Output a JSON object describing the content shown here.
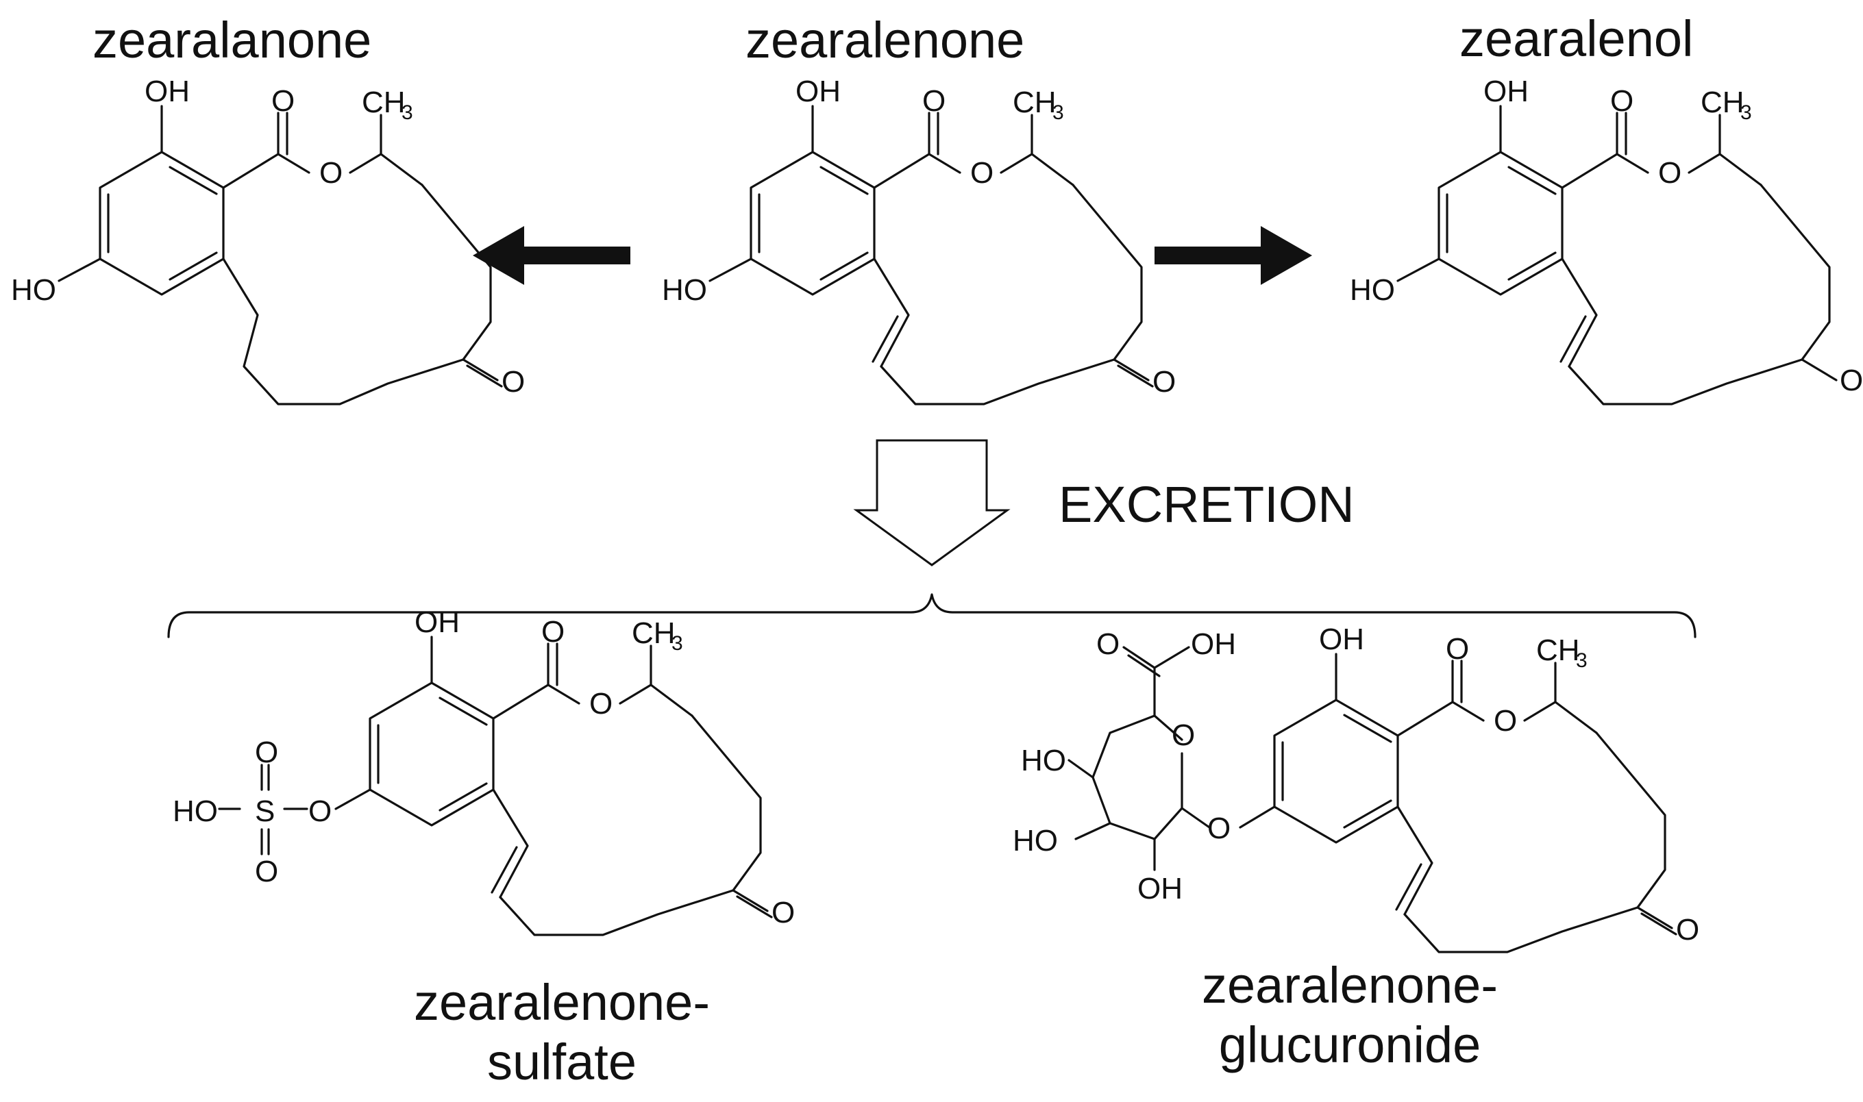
{
  "compounds": {
    "top_left": {
      "name": "zearalanone"
    },
    "top_center": {
      "name": "zearalenone"
    },
    "top_right": {
      "name": "zearalenol"
    },
    "bottom_left": {
      "name_line1": "zearalenone-",
      "name_line2": "sulfate"
    },
    "bottom_right": {
      "name_line1": "zearalenone-",
      "name_line2": "glucuronide"
    }
  },
  "process_label": "EXCRETION",
  "atom_labels": {
    "OH": "OH",
    "HO": "HO",
    "O": "O",
    "S": "S",
    "CH": "CH",
    "three": "3"
  }
}
